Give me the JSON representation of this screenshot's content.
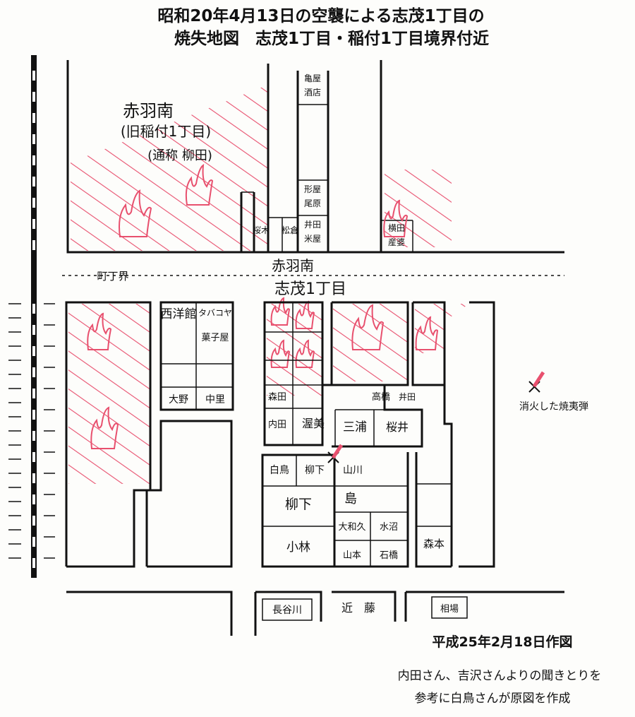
{
  "title": {
    "line1": "昭和20年4月13日の空襲による志茂1丁目の",
    "line2": "焼失地図　志茂1丁目・稲付1丁目境界付近"
  },
  "areas": {
    "north_name": "赤羽南",
    "north_old": "(旧稲付1丁目)",
    "north_common": "(通称 柳田)",
    "street_north": "赤羽南",
    "street_south": "志茂1丁目",
    "town_boundary": "町丁界"
  },
  "houses": {
    "kameya": "亀屋",
    "kameya2": "酒店",
    "onaha": "尾原",
    "hitsuji": "形屋",
    "sakuraki": "桜木",
    "matsukura": "松倉",
    "iida": "井田",
    "komeya": "米屋",
    "yokota": "横田",
    "sanba": "産婆",
    "seiyokan": "西洋館",
    "tabakoya": "タバコヤ",
    "kashiya": "菓子屋",
    "ono": "大野",
    "nakazato": "中里",
    "morita": "森田",
    "takahashi": "高橋",
    "ita": "井田",
    "uchida": "内田",
    "atsumi": "渥美",
    "miura": "三浦",
    "sakurai": "桜井",
    "shiratori": "白鳥",
    "yanagishita_small": "柳下",
    "yamakawa": "山川",
    "yanagishita": "柳下",
    "shima": "島",
    "kobayashi": "小林",
    "owaku": "大和久",
    "mizunuma": "水沼",
    "yamamoto": "山本",
    "ishibashi": "石橋",
    "morimoto": "森本",
    "hasegawa": "長谷川",
    "kondo": "近　藤",
    "aiba": "相場"
  },
  "bomb_label": "消火した焼夷弾",
  "footer": {
    "date": "平成25年2月18日作図",
    "note1": "内田さん、吉沢さんよりの聞きとりを",
    "note2": "参考に白鳥さんが原図を作成"
  },
  "colors": {
    "fire": "#e8506e",
    "ink": "#111111"
  }
}
